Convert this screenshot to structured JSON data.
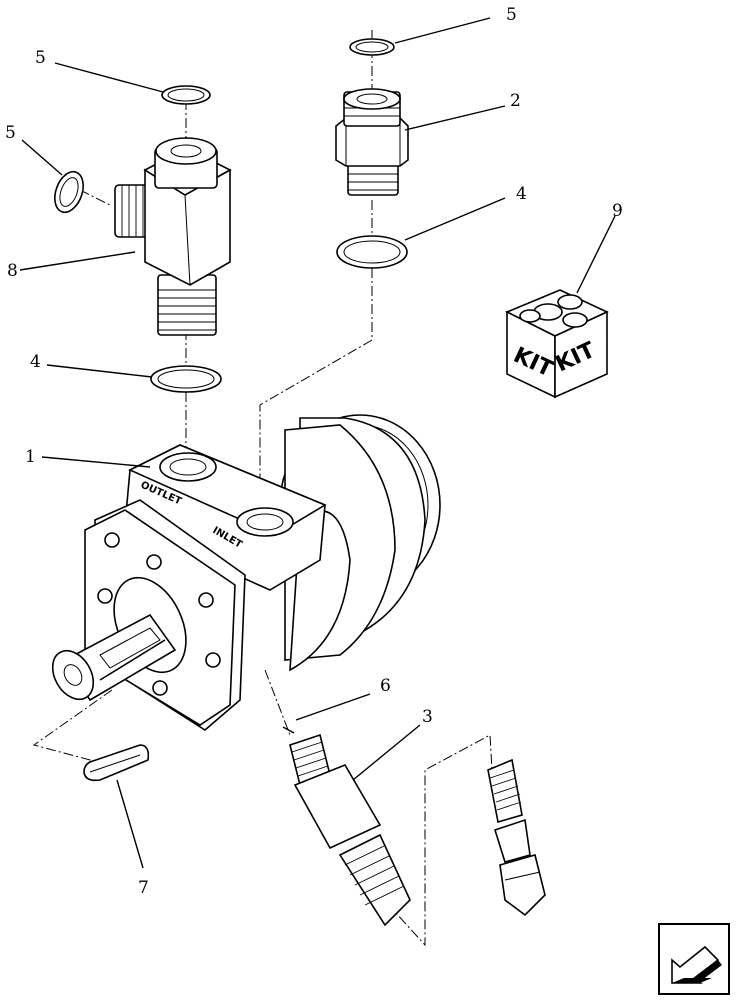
{
  "callouts": [
    {
      "id": "c1",
      "text": "1"
    },
    {
      "id": "c2",
      "text": "2"
    },
    {
      "id": "c3",
      "text": "3"
    },
    {
      "id": "c4a",
      "text": "4"
    },
    {
      "id": "c4b",
      "text": "4"
    },
    {
      "id": "c5a",
      "text": "5"
    },
    {
      "id": "c5b",
      "text": "5"
    },
    {
      "id": "c5c",
      "text": "5"
    },
    {
      "id": "c6",
      "text": "6"
    },
    {
      "id": "c7",
      "text": "7"
    },
    {
      "id": "c8",
      "text": "8"
    },
    {
      "id": "c9",
      "text": "9"
    }
  ],
  "kit_box": {
    "left_face": "KIT",
    "right_face": "KIT"
  },
  "motor_ports": {
    "outlet": "OUTLET",
    "inlet": "INLET"
  },
  "nav": {
    "icon": "previous-page-arrow-icon"
  }
}
